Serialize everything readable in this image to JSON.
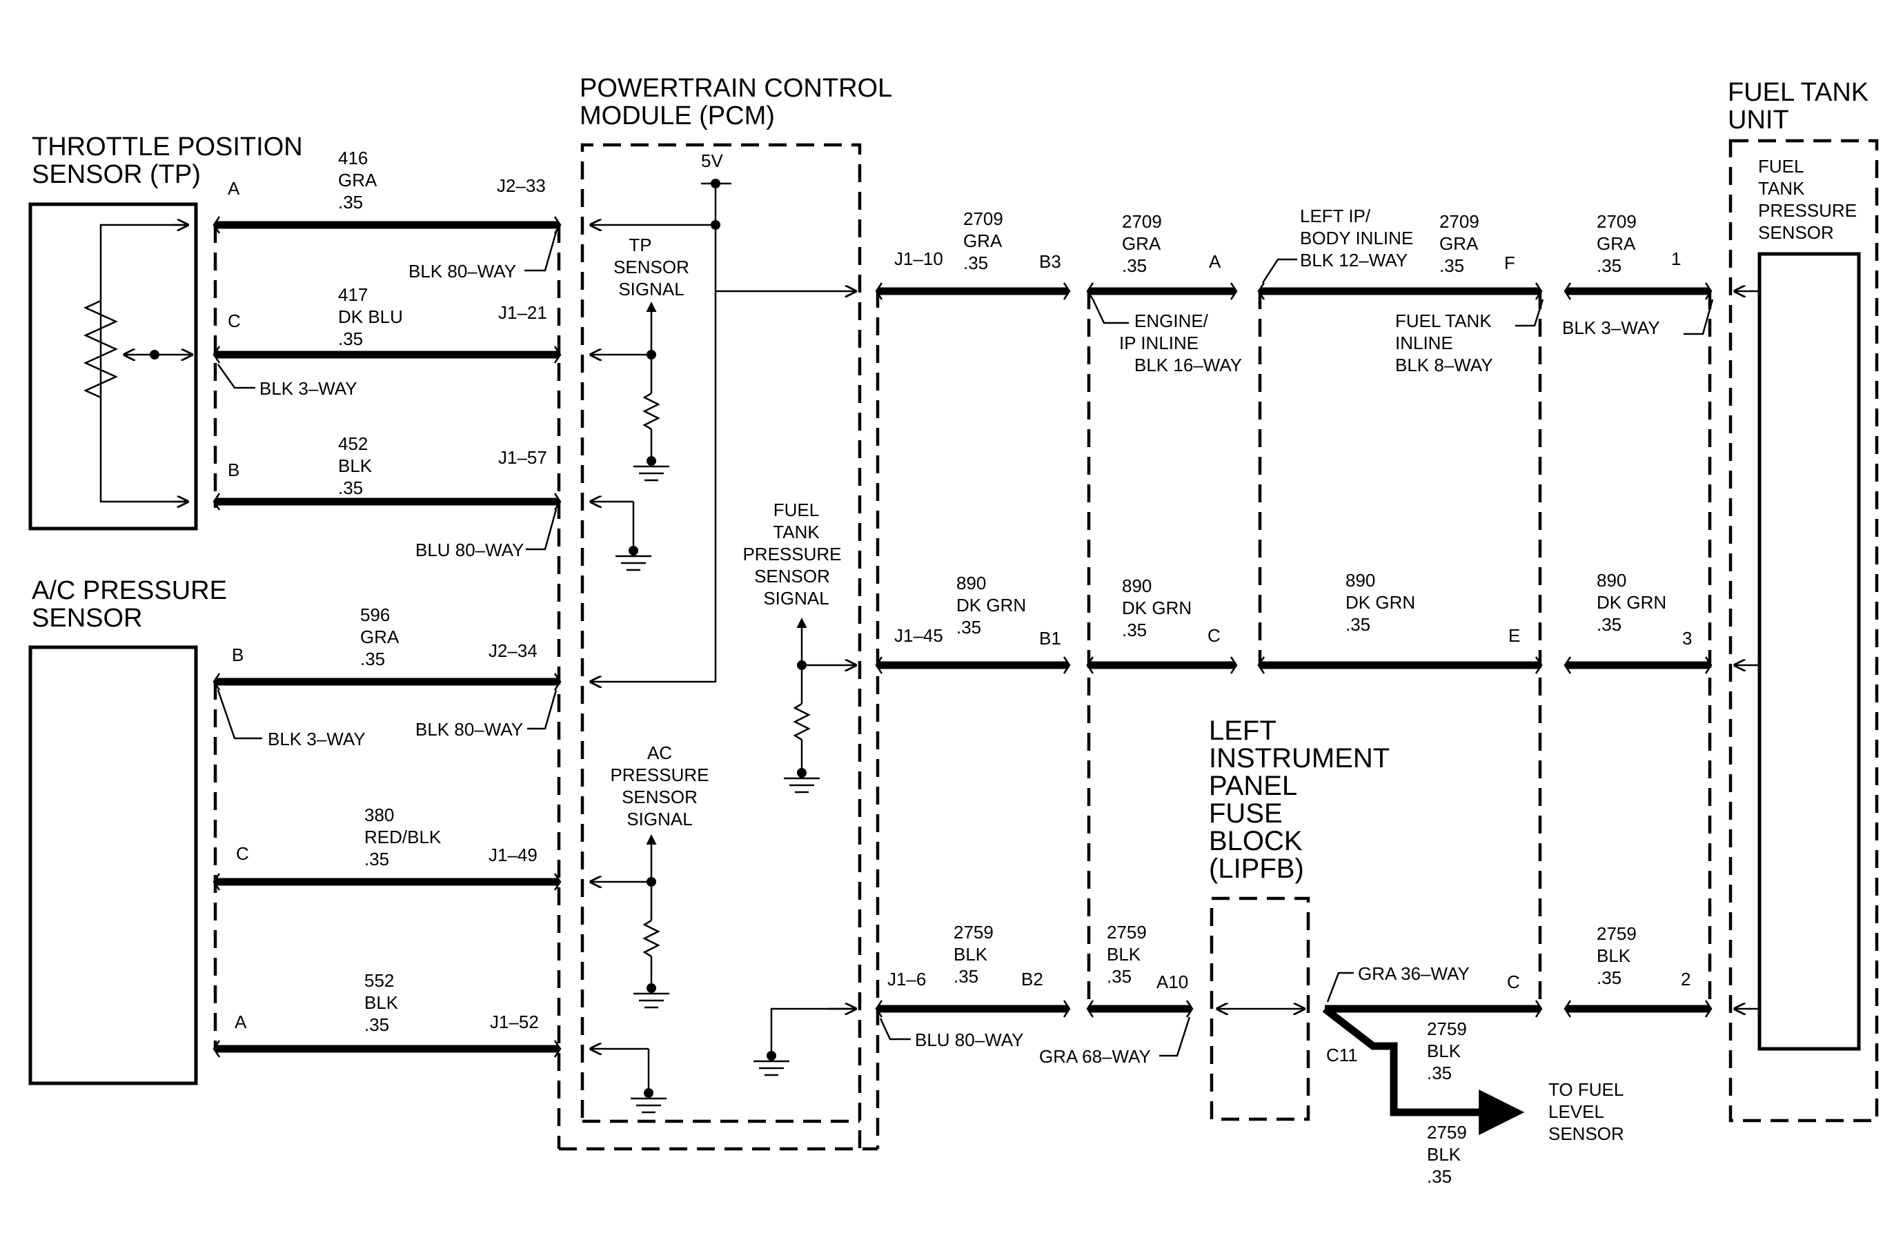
{
  "components": {
    "tp_sensor": {
      "title_line1": "THROTTLE POSITION",
      "title_line2": "SENSOR (TP)"
    },
    "ac_sensor": {
      "title_line1": "A/C PRESSURE",
      "title_line2": "SENSOR"
    },
    "pcm": {
      "title_line1": "POWERTRAIN CONTROL",
      "title_line2": "MODULE (PCM)",
      "vref": "5V"
    },
    "fuel_tank_unit": {
      "title_line1": "FUEL TANK",
      "title_line2": "UNIT"
    },
    "fuel_tank_pressure_sensor": {
      "line1": "FUEL",
      "line2": "TANK",
      "line3": "PRESSURE",
      "line4": "SENSOR"
    },
    "lipfb": {
      "line1": "LEFT",
      "line2": "INSTRUMENT",
      "line3": "PANEL",
      "line4": "FUSE",
      "line5": "BLOCK",
      "line6": "(LIPFB)"
    }
  },
  "pcm_signals": {
    "tp": {
      "line1": "TP",
      "line2": "SENSOR",
      "line3": "SIGNAL"
    },
    "ftp": {
      "line1": "FUEL",
      "line2": "TANK",
      "line3": "PRESSURE",
      "line4": "SENSOR",
      "line5": "SIGNAL"
    },
    "ac": {
      "line1": "AC",
      "line2": "PRESSURE",
      "line3": "SENSOR",
      "line4": "SIGNAL"
    }
  },
  "wires_left": [
    {
      "circuit": "416",
      "color": "GRA",
      "gauge": ".35",
      "pin_sensor": "A",
      "pin_pcm": "J2–33"
    },
    {
      "circuit": "417",
      "color": "DK BLU",
      "gauge": ".35",
      "pin_sensor": "C",
      "pin_pcm": "J1–21"
    },
    {
      "circuit": "452",
      "color": "BLK",
      "gauge": ".35",
      "pin_sensor": "B",
      "pin_pcm": "J1–57"
    },
    {
      "circuit": "596",
      "color": "GRA",
      "gauge": ".35",
      "pin_sensor": "B",
      "pin_pcm": "J2–34"
    },
    {
      "circuit": "380",
      "color": "RED/BLK",
      "gauge": ".35",
      "pin_sensor": "C",
      "pin_pcm": "J1–49"
    },
    {
      "circuit": "552",
      "color": "BLK",
      "gauge": ".35",
      "pin_sensor": "A",
      "pin_pcm": "J1–52"
    }
  ],
  "connectors": {
    "tp_sensor": "BLK 3–WAY",
    "pcm_blk_top": "BLK 80–WAY",
    "pcm_blu": "BLU 80–WAY",
    "ac_sensor": "BLK 3–WAY",
    "pcm_blk_mid": "BLK 80–WAY",
    "engine_ip_1": "ENGINE/",
    "engine_ip_2": "IP INLINE",
    "engine_ip_3": "BLK 16–WAY",
    "left_ip_1": "LEFT IP/",
    "left_ip_2": "BODY INLINE",
    "left_ip_3": "BLK 12–WAY",
    "fuel_inline_1": "FUEL TANK",
    "fuel_inline_2": "INLINE",
    "fuel_inline_3": "BLK 8–WAY",
    "fuel_unit": "BLK 3–WAY",
    "pcm_blu_right": "BLU 80–WAY",
    "gra_68": "GRA 68–WAY",
    "gra_36": "GRA 36–WAY",
    "c11": "C11"
  },
  "right_rows": {
    "row1": {
      "pcm_pin": "J1–10",
      "ip_pin": "B3",
      "lip_pin": "A",
      "fuel_pin": "F",
      "unit_pin": "1",
      "seg1": {
        "circuit": "2709",
        "color": "GRA",
        "gauge": ".35"
      },
      "seg2": {
        "circuit": "2709",
        "color": "GRA",
        "gauge": ".35"
      },
      "seg3": {
        "circuit": "2709",
        "color": "GRA",
        "gauge": ".35"
      },
      "seg4": {
        "circuit": "2709",
        "color": "GRA",
        "gauge": ".35"
      }
    },
    "row2": {
      "pcm_pin": "J1–45",
      "ip_pin": "B1",
      "lip_pin": "C",
      "fuel_pin": "E",
      "unit_pin": "3",
      "seg1": {
        "circuit": "890",
        "color": "DK GRN",
        "gauge": ".35"
      },
      "seg2": {
        "circuit": "890",
        "color": "DK GRN",
        "gauge": ".35"
      },
      "seg3": {
        "circuit": "890",
        "color": "DK GRN",
        "gauge": ".35"
      },
      "seg4": {
        "circuit": "890",
        "color": "DK GRN",
        "gauge": ".35"
      }
    },
    "row3": {
      "pcm_pin": "J1–6",
      "ip_pin": "B2",
      "lip_pin": "A10",
      "fuse_pin": "C",
      "unit_pin": "2",
      "seg1": {
        "circuit": "2759",
        "color": "BLK",
        "gauge": ".35"
      },
      "seg2": {
        "circuit": "2759",
        "color": "BLK",
        "gauge": ".35"
      },
      "seg4": {
        "circuit": "2759",
        "color": "BLK",
        "gauge": ".35"
      },
      "branch1": {
        "circuit": "2759",
        "color": "BLK",
        "gauge": ".35"
      },
      "branch2": {
        "circuit": "2759",
        "color": "BLK",
        "gauge": ".35"
      }
    }
  },
  "destination": {
    "line1": "TO FUEL",
    "line2": "LEVEL",
    "line3": "SENSOR"
  }
}
